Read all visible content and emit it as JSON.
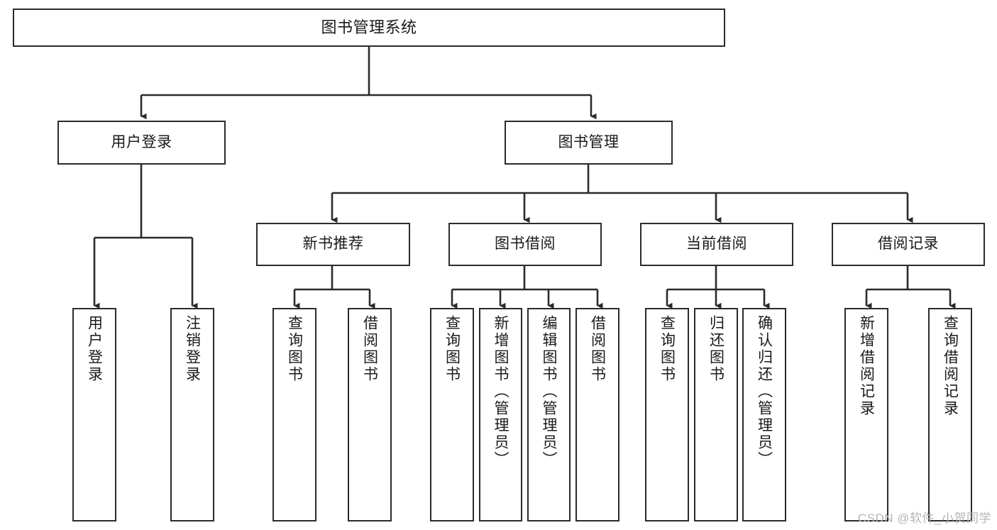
{
  "diagram": {
    "type": "tree",
    "title": "图书管理系统",
    "orientation": "top-down",
    "colors": {
      "background": "#ffffff",
      "node_fill": "#ffffff",
      "node_stroke": "#2b2b2b",
      "text": "#1a1a1a",
      "watermark": "#b5b5b5"
    },
    "nodes": {
      "root": {
        "label": "图书管理系统",
        "text_direction": "horizontal"
      },
      "level2": [
        {
          "id": "user-login",
          "label": "用户登录",
          "text_direction": "horizontal"
        },
        {
          "id": "book-manage",
          "label": "图书管理",
          "text_direction": "horizontal"
        }
      ],
      "level3": [
        {
          "id": "new-book-rec",
          "label": "新书推荐",
          "text_direction": "horizontal"
        },
        {
          "id": "book-borrow",
          "label": "图书借阅",
          "text_direction": "horizontal"
        },
        {
          "id": "current-borrow",
          "label": "当前借阅",
          "text_direction": "horizontal"
        },
        {
          "id": "borrow-record",
          "label": "借阅记录",
          "text_direction": "horizontal"
        }
      ],
      "leaves": [
        {
          "id": "leaf-user-login",
          "label": "用户登录",
          "parent": "user-login",
          "text_direction": "vertical"
        },
        {
          "id": "leaf-user-logout",
          "label": "注销登录",
          "parent": "user-login",
          "text_direction": "vertical"
        },
        {
          "id": "leaf-query-book-1",
          "label": "查询图书",
          "parent": "new-book-rec",
          "text_direction": "vertical"
        },
        {
          "id": "leaf-borrow-book-1",
          "label": "借阅图书",
          "parent": "new-book-rec",
          "text_direction": "vertical"
        },
        {
          "id": "leaf-query-book-2",
          "label": "查询图书",
          "parent": "book-borrow",
          "text_direction": "vertical"
        },
        {
          "id": "leaf-add-book",
          "label": "新增图书（管理员）",
          "parent": "book-borrow",
          "text_direction": "vertical"
        },
        {
          "id": "leaf-edit-book",
          "label": "编辑图书（管理员）",
          "parent": "book-borrow",
          "text_direction": "vertical"
        },
        {
          "id": "leaf-borrow-book-2",
          "label": "借阅图书",
          "parent": "book-borrow",
          "text_direction": "vertical"
        },
        {
          "id": "leaf-query-book-3",
          "label": "查询图书",
          "parent": "current-borrow",
          "text_direction": "vertical"
        },
        {
          "id": "leaf-return-book",
          "label": "归还图书",
          "parent": "current-borrow",
          "text_direction": "vertical"
        },
        {
          "id": "leaf-confirm-return",
          "label": "确认归还（管理员）",
          "parent": "current-borrow",
          "text_direction": "vertical"
        },
        {
          "id": "leaf-add-record",
          "label": "新增借阅记录",
          "parent": "borrow-record",
          "text_direction": "vertical"
        },
        {
          "id": "leaf-query-record",
          "label": "查询借阅记录",
          "parent": "borrow-record",
          "text_direction": "vertical"
        }
      ]
    }
  },
  "watermark": {
    "text": "CSDN @软件_小贺同学"
  }
}
